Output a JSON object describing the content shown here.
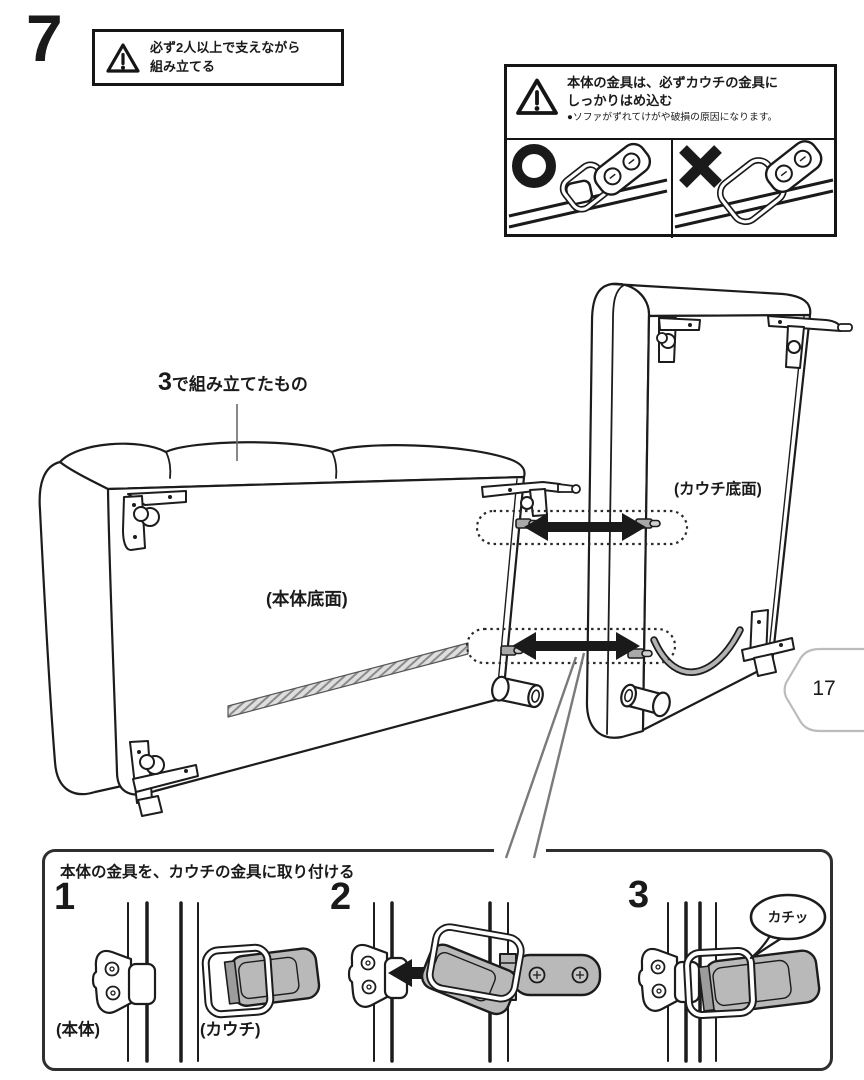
{
  "page": {
    "step_number": "7",
    "page_tab": "17"
  },
  "colors": {
    "ink": "#1c1c1c",
    "metal_gray": "#b9b9b9",
    "leader_gray": "#7a7a7a",
    "tab_border": "#bcbcbc"
  },
  "warning_two_person": {
    "line1": "必ず2人以上で支えながら",
    "line2": "組み立てる"
  },
  "warning_fitting": {
    "title_line1": "本体の金具は、必ずカウチの金具に",
    "title_line2": "しっかりはめ込む",
    "note": "●ソファがずれてけがや破損の原因になります。",
    "ok_mark": "○",
    "ng_mark": "×"
  },
  "diagram": {
    "assembled_ref_number": "3",
    "assembled_ref_text": "で組み立てたもの",
    "body_bottom_label": "(本体底面)",
    "couch_bottom_label": "(カウチ底面)"
  },
  "attach_panel": {
    "title": "本体の金具を、カウチの金具に取り付ける",
    "step1": {
      "number": "1",
      "body_label": "(本体)",
      "couch_label": "(カウチ)"
    },
    "step2": {
      "number": "2"
    },
    "step3": {
      "number": "3",
      "click_sound": "カチッ"
    }
  }
}
